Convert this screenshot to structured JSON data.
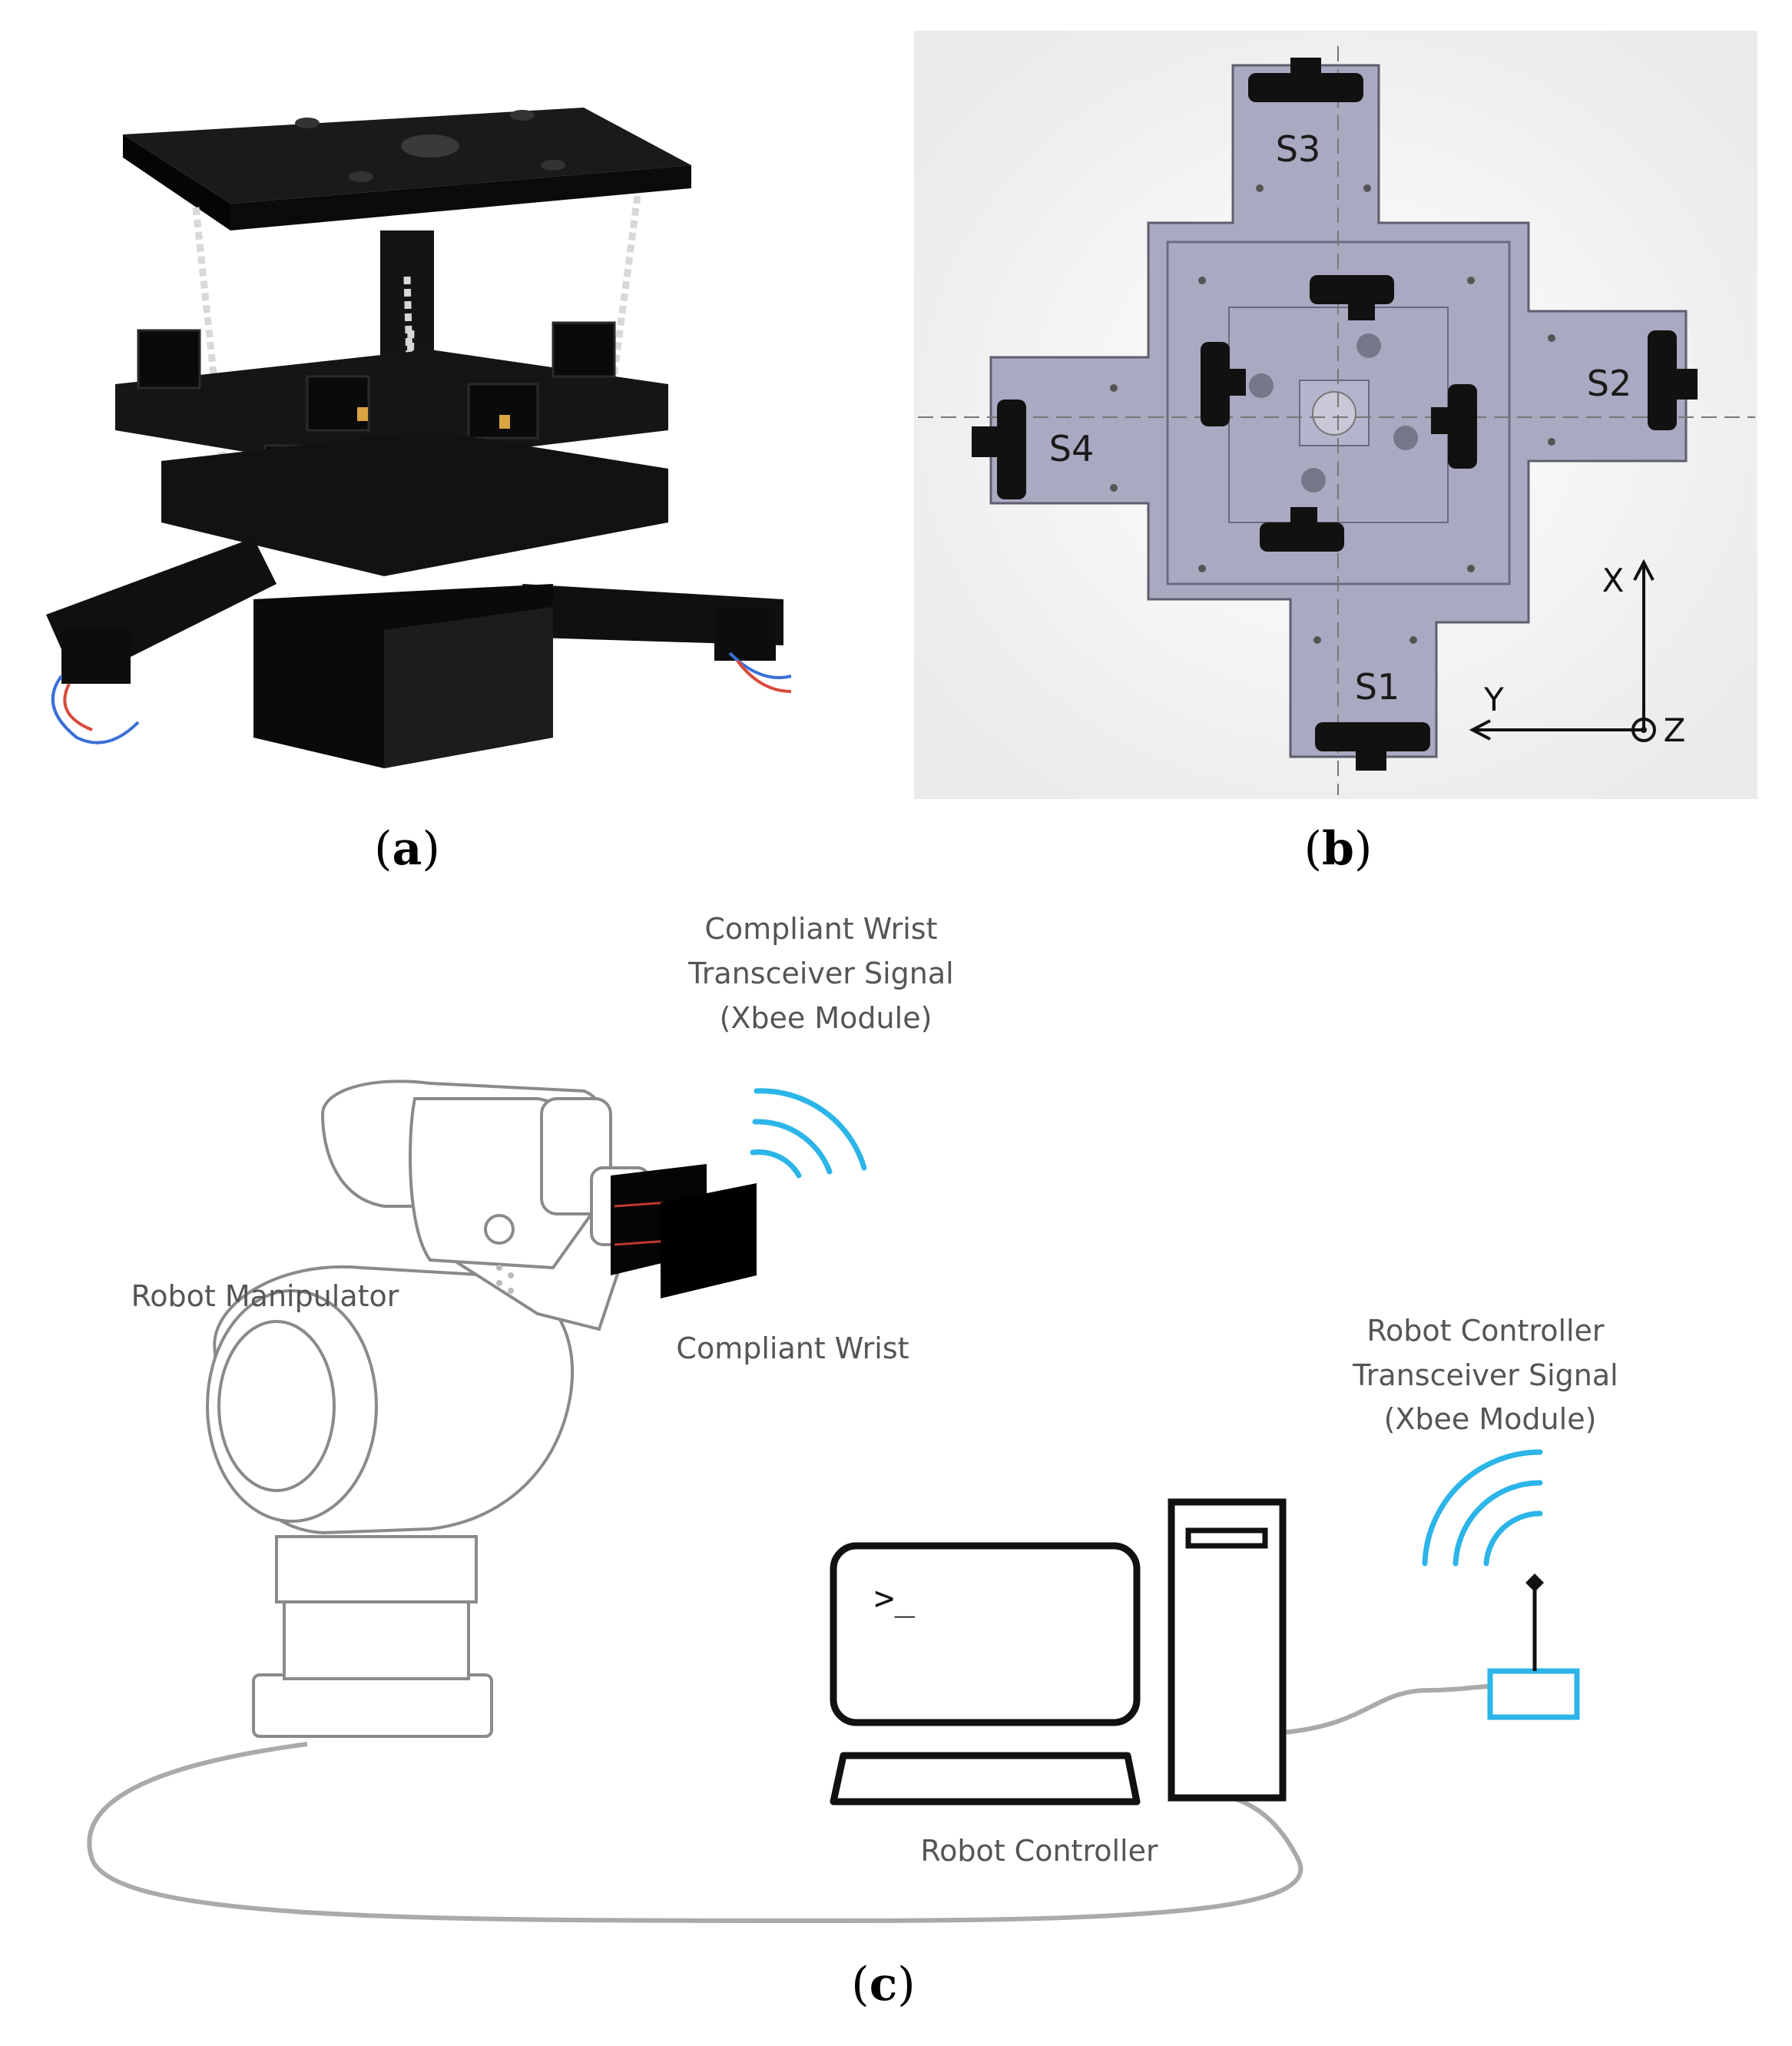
{
  "panels": {
    "a": {
      "caption_open": "(",
      "caption_letter": "a",
      "caption_close": ")"
    },
    "b": {
      "caption_open": "(",
      "caption_letter": "b",
      "caption_close": ")",
      "sensors": {
        "s1": "S1",
        "s2": "S2",
        "s3": "S3",
        "s4": "S4"
      },
      "axes": {
        "x": "X",
        "y": "Y",
        "z": "Z"
      }
    },
    "c": {
      "caption_open": "(",
      "caption_letter": "c",
      "caption_close": ")",
      "robot_manipulator": "Robot Manipulator",
      "compliant_wrist": "Compliant Wrist",
      "wrist_signal": [
        "Compliant Wrist",
        "Transceiver Signal",
        "(Xbee Module)"
      ],
      "controller_signal": [
        "Robot Controller",
        "Transceiver Signal",
        "(Xbee Module)"
      ],
      "robot_controller": "Robot Controller",
      "terminal_prompt": ">_"
    }
  },
  "colors": {
    "signal_blue": "#2bb5e8",
    "plate_grey": "#a9a9c1",
    "plate_dark": "#9696b0",
    "hardware_black": "#111111",
    "outline": "#222222"
  }
}
